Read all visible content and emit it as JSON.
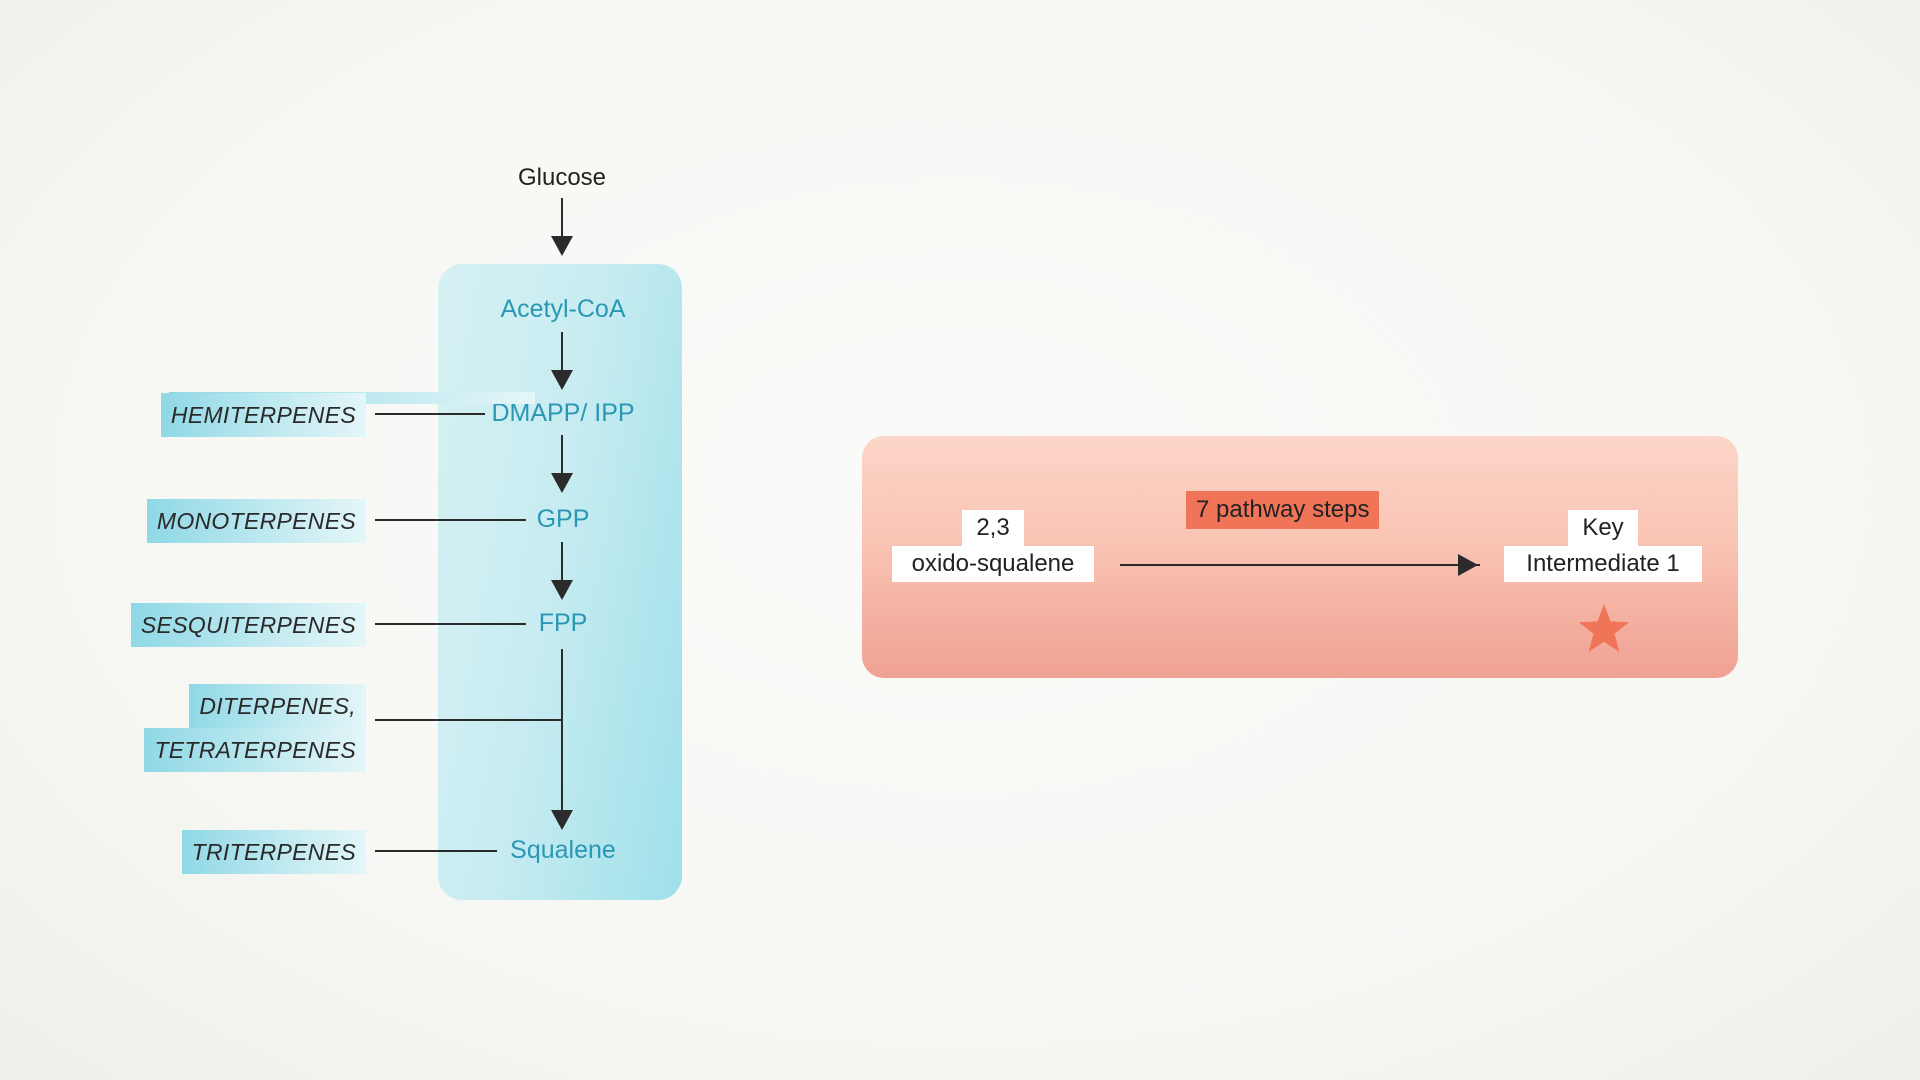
{
  "pathway": {
    "source": "Glucose",
    "metabolites": [
      "Acetyl-CoA",
      "DMAPP/ IPP",
      "GPP",
      "FPP",
      "Squalene"
    ],
    "classes": {
      "hemiterpenes": "HEMITERPENES",
      "monoterpenes": "MONOTERPENES",
      "sesquiterpenes": "SESQUITERPENES",
      "diterpenes_line1": "DITERPENES,",
      "diterpenes_line2": "TETRATERPENES",
      "triterpenes": "TRITERPENES"
    }
  },
  "conversion": {
    "start_line1": "2,3",
    "start_line2": "oxido-squalene",
    "steps_label": "7 pathway steps",
    "end_line1": "Key",
    "end_line2": "Intermediate 1",
    "marker_icon": "star-icon"
  },
  "colors": {
    "pathway_text": "#2a98b4",
    "pathway_panel": "#c8ecf1",
    "conversion_panel": "#f9c3b3",
    "steps_badge": "#f07458",
    "star": "#f07458"
  }
}
